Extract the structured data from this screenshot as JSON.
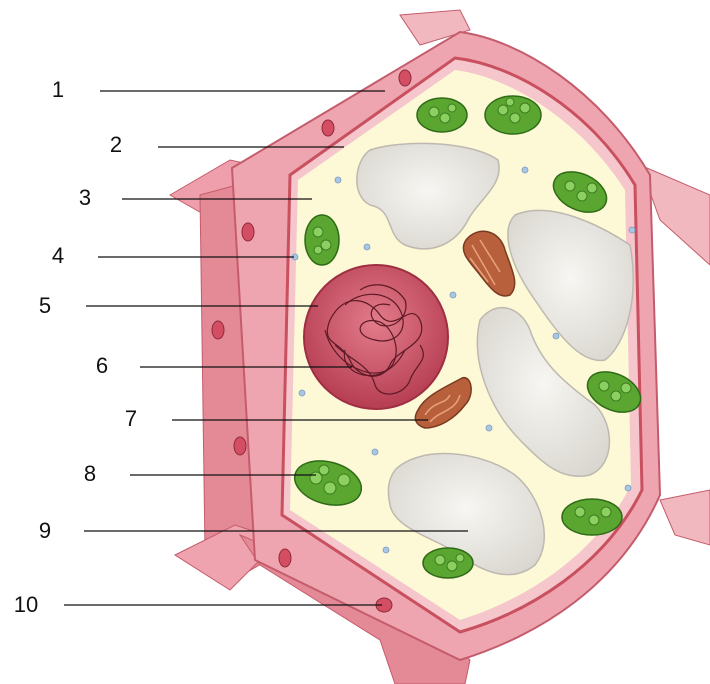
{
  "labels": [
    "1",
    "2",
    "3",
    "4",
    "5",
    "6",
    "7",
    "8",
    "9",
    "10"
  ],
  "colors": {
    "wall_outer": "#f2b8bf",
    "wall_mid": "#e98f9b",
    "wall_dark": "#d46675",
    "membrane": "#d9606f",
    "cytoplasm": "#fdf8d6",
    "vacuole": "#e9e7e1",
    "nucleus": "#c84a5c",
    "chloroplast": "#5aa631",
    "mitochondrion": "#b8603c",
    "granule": "#a9c6e4",
    "leader_line": "#111111"
  }
}
